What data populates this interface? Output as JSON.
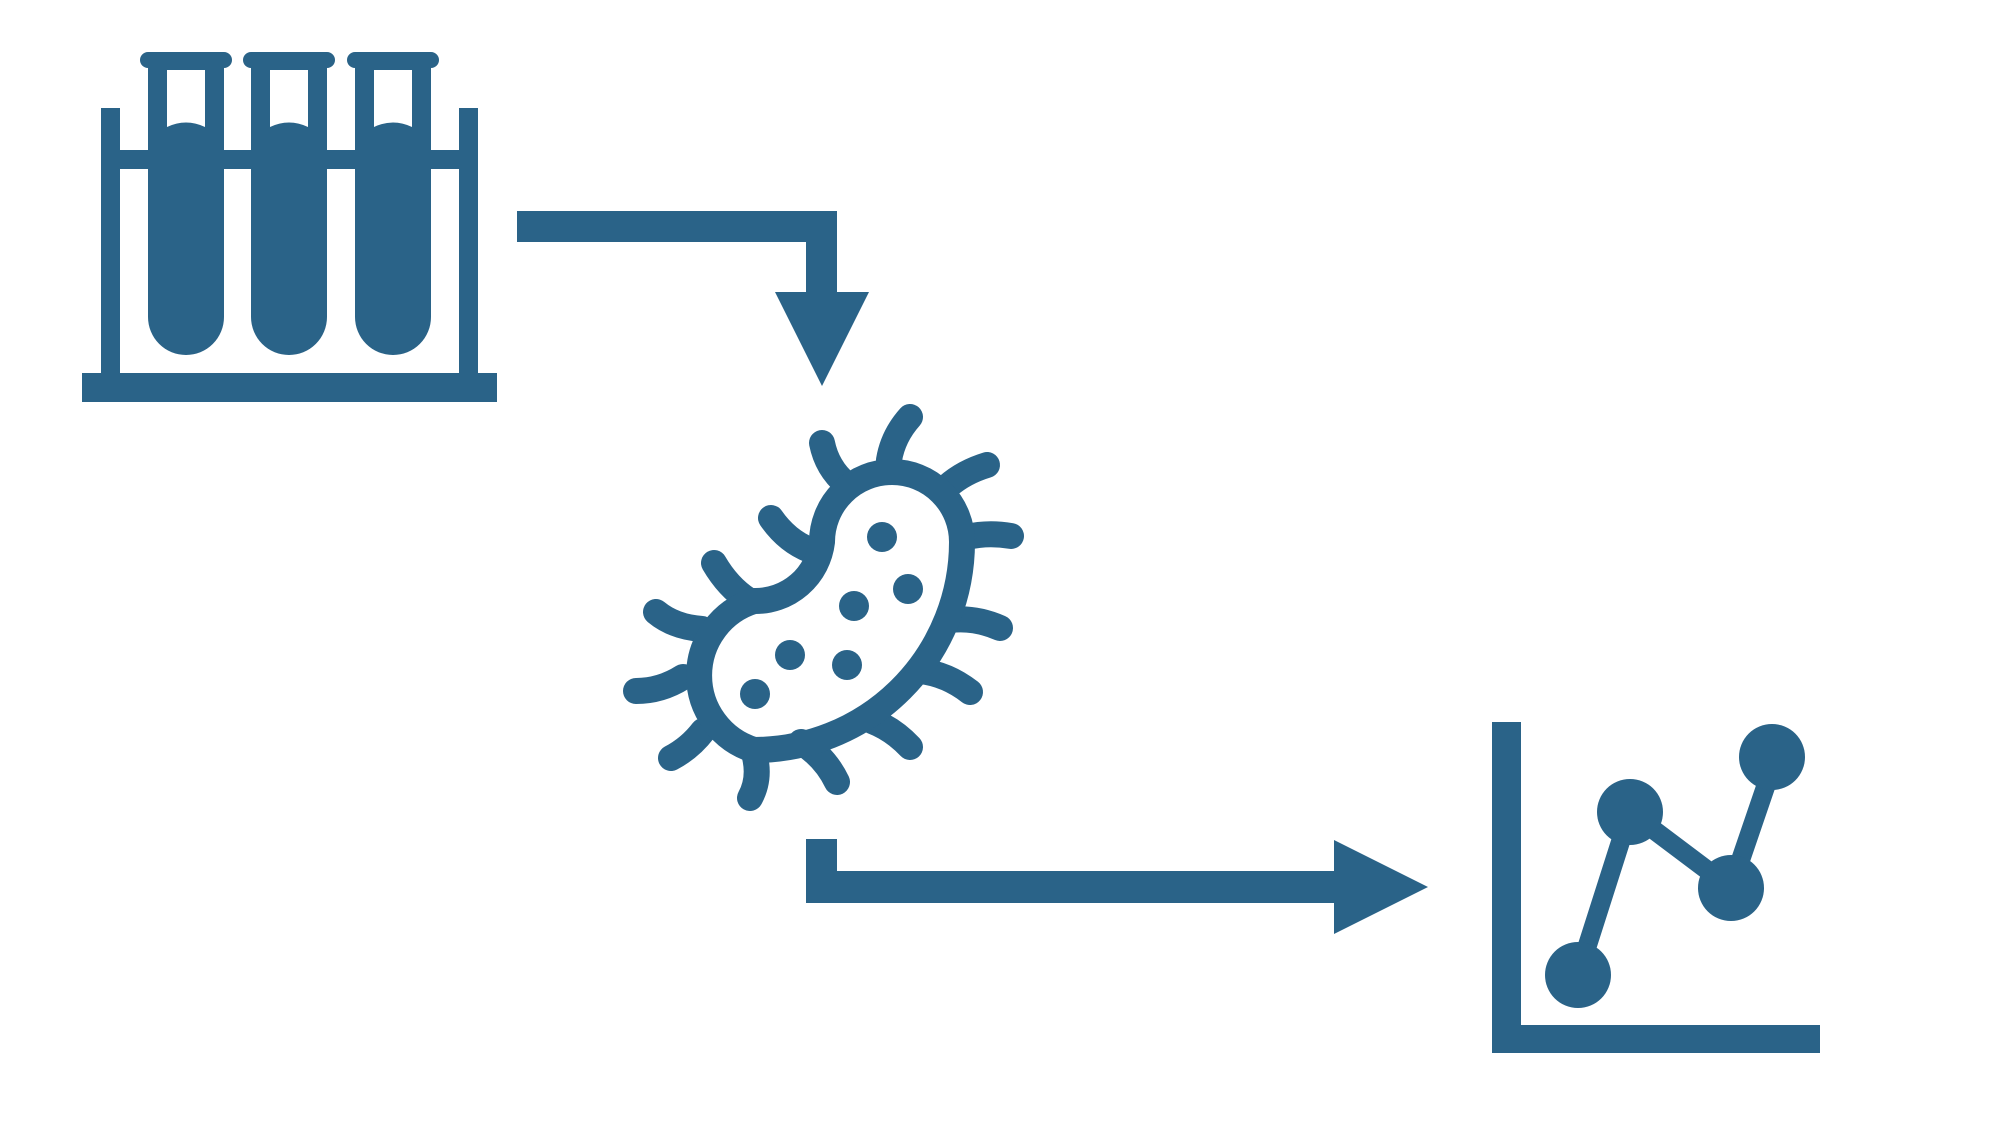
{
  "diagram": {
    "accent_color": "#2a6388",
    "background_color": "#ffffff",
    "steps": [
      {
        "id": "samples",
        "icon": "test-tube-rack-icon"
      },
      {
        "id": "microbe",
        "icon": "bacteria-icon"
      },
      {
        "id": "analysis",
        "icon": "line-chart-icon"
      }
    ],
    "connectors": [
      {
        "from": "samples",
        "to": "microbe",
        "icon": "elbow-arrow-down-icon"
      },
      {
        "from": "microbe",
        "to": "analysis",
        "icon": "elbow-arrow-right-icon"
      }
    ]
  }
}
